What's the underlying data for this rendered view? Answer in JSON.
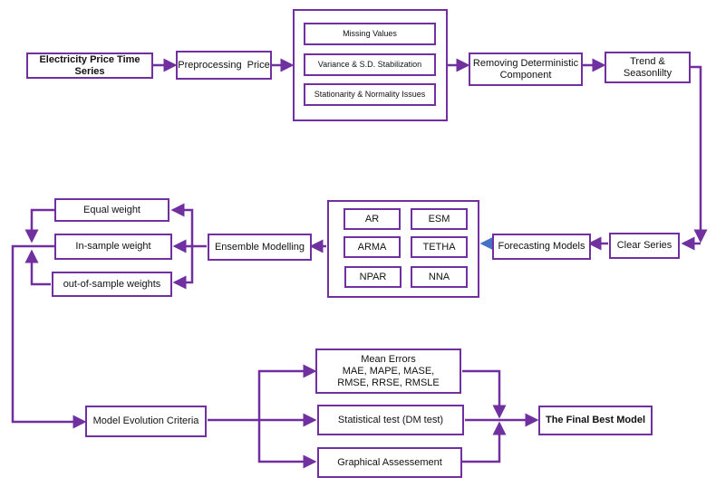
{
  "colors": {
    "stroke": "#7030a0",
    "accent_arrow": "#4472c4"
  },
  "nodes": {
    "electricity_price_time_series": "Electricity Price Time Series",
    "preprocessing_price": "Preprocessing  Price",
    "missing_values": "Missing Values",
    "variance_stabilization": "Variance & S.D. Stabilization",
    "stationarity_normality": "Stationarity & Normality Issues",
    "removing_deterministic": "Removing Deterministic\nComponent",
    "trend_seasonality": "Trend & Seasonlilty",
    "clear_series": "Clear Series",
    "forecasting_models": "Forecasting Models",
    "models": [
      "AR",
      "ESM",
      "ARMA",
      "TETHA",
      "NPAR",
      "NNA"
    ],
    "ensemble_modelling": "Ensemble Modelling",
    "equal_weight": "Equal weight",
    "in_sample_weight": "In-sample weight",
    "out_of_sample_weights": "out-of-sample weights",
    "model_evolution_criteria": "Model Evolution Criteria",
    "mean_errors": "Mean Errors\nMAE, MAPE, MASE,\nRMSE, RRSE, RMSLE",
    "statistical_test": "Statistical test (DM test)",
    "graphical_assessment": "Graphical Assessement",
    "final_best_model": "The Final Best Model"
  }
}
